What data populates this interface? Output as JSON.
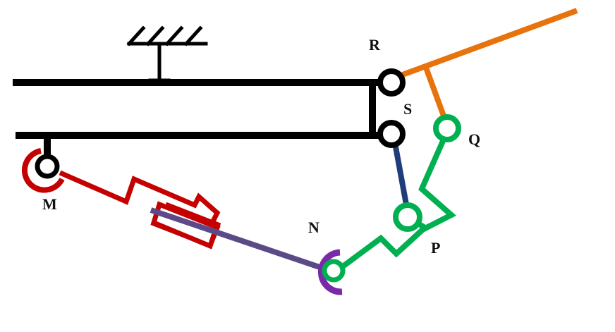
{
  "labels": {
    "M": "M",
    "N": "N",
    "P": "P",
    "Q": "Q",
    "R": "R",
    "S": "S"
  },
  "colors": {
    "frame": "#000000",
    "crank_MN": "#c40000",
    "rod_N": "#5c4a86",
    "joint_N": "#7a2aa8",
    "link_green": "#00b050",
    "link_SP": "#1f3d7a",
    "link_orange": "#e8720c",
    "background": "#ffffff"
  },
  "icons": {
    "ground": "ground-hatch-icon",
    "pin": "revolute-joint-icon"
  }
}
